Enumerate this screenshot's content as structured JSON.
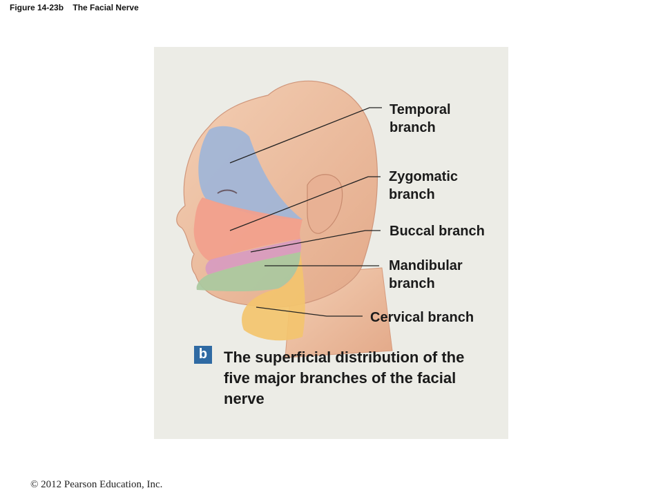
{
  "header": {
    "figure_number": "Figure 14-23b",
    "figure_title": "The Facial Nerve"
  },
  "labels": {
    "temporal": "Temporal\nbranch",
    "zygomatic": "Zygomatic\nbranch",
    "buccal": "Buccal branch",
    "mandibular": "Mandibular\nbranch",
    "cervical": "Cervical branch"
  },
  "badge": "b",
  "caption": "The superficial distribution of the five major branches of the facial nerve",
  "copyright": "© 2012 Pearson Education, Inc.",
  "colors": {
    "panel_bg": "#ecece6",
    "skin": "#eec0a0",
    "temporal_region": "#9fb5d8",
    "zygomatic_region": "#f2a08c",
    "buccal_region": "#d79bc0",
    "mandibular_region": "#a9c9a0",
    "cervical_region": "#f3c46e",
    "badge": "#2f6aa3"
  }
}
